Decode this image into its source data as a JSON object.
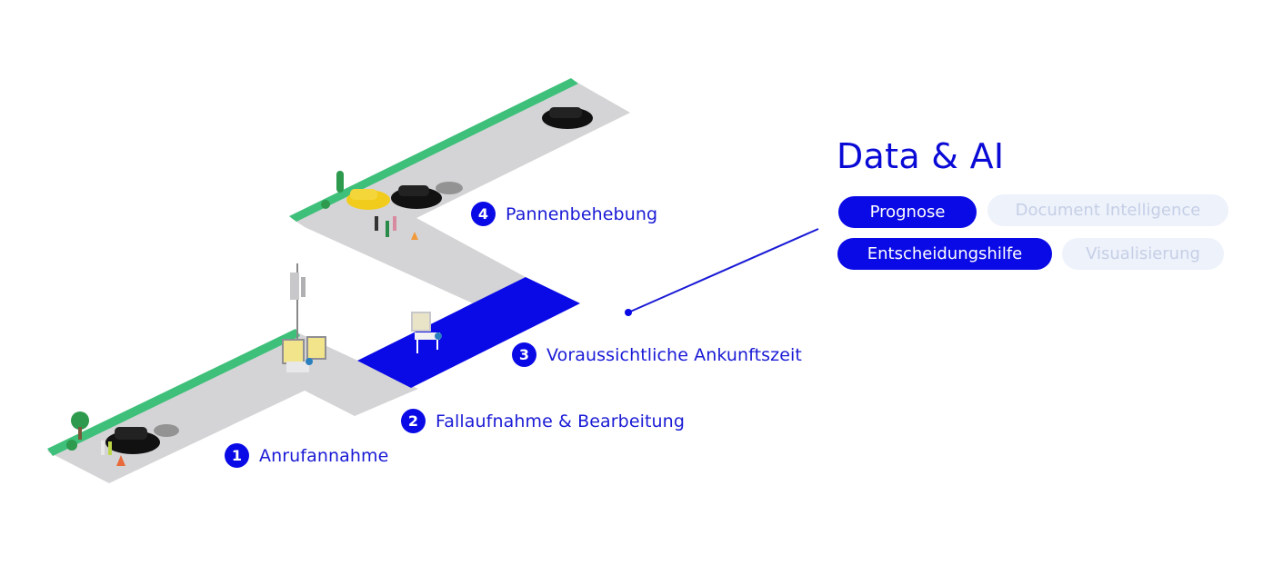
{
  "header": {
    "title": "Data & AI"
  },
  "tags": [
    {
      "label": "Prognose",
      "state": "active"
    },
    {
      "label": "Document Intelligence",
      "state": "inactive"
    },
    {
      "label": "Entscheidungshilfe",
      "state": "active"
    },
    {
      "label": "Visualisierung",
      "state": "inactive"
    }
  ],
  "steps": [
    {
      "number": "1",
      "label": "Anrufannahme"
    },
    {
      "number": "2",
      "label": "Fallaufnahme & Bearbeitung"
    },
    {
      "number": "3",
      "label": "Voraussichtliche Ankunftszeit"
    },
    {
      "number": "4",
      "label": "Pannenbehebung"
    }
  ],
  "colors": {
    "accent": "#0a0ae6",
    "road": "#d4d4d6",
    "grass": "#3ec07a",
    "tag_inactive_bg": "#eef2fb",
    "tag_inactive_text": "#c5cfe6"
  },
  "illustration": {
    "highlighted_step": "3",
    "icons": [
      "broken-down-car",
      "traffic-cone",
      "tree",
      "cell-tower",
      "call-center-desk",
      "dispatcher-desk",
      "tow-truck",
      "passing-car",
      "people"
    ]
  }
}
